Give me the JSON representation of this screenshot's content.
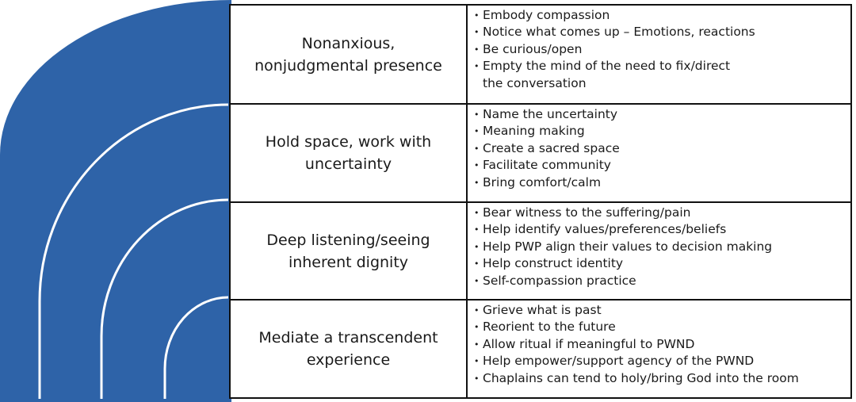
{
  "colors": {
    "arc_fill": "#2e63a8",
    "arc_lines": "#ffffff",
    "table_border": "#111111"
  },
  "rows": [
    {
      "label": "Nonanxious,\nnonjudgmental presence",
      "items": [
        "Embody compassion",
        "Notice what comes up – Emotions, reactions",
        "Be curious/open",
        "Empty the mind of the need to fix/direct\nthe conversation"
      ]
    },
    {
      "label": "Hold space, work with\nuncertainty",
      "items": [
        "Name the uncertainty",
        "Meaning making",
        "Create a sacred space",
        "Facilitate community",
        "Bring comfort/calm"
      ]
    },
    {
      "label": "Deep listening/seeing\ninherent dignity",
      "items": [
        "Bear witness to the suffering/pain",
        "Help identify values/preferences/beliefs",
        "Help PWP align their values to decision making",
        "Help construct identity",
        "Self-compassion practice"
      ]
    },
    {
      "label": "Mediate a transcendent\nexperience",
      "items": [
        "Grieve what is past",
        "Reorient to the future",
        "Allow ritual if meaningful to PWND",
        "Help empower/support agency of the PWND",
        "Chaplains can tend to holy/bring God into the room"
      ]
    }
  ]
}
